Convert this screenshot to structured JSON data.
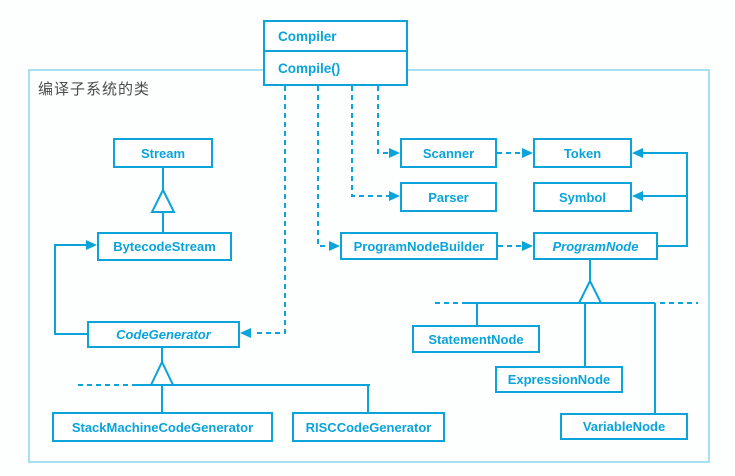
{
  "diagram": {
    "subsystem_label": "编译子系统的类",
    "colors": {
      "line": "#0aa3da",
      "frame_border": "#a6e1f3",
      "label_text": "#4d4d4d",
      "box_background": "#ffffff"
    },
    "classes": {
      "compiler": {
        "name": "Compiler",
        "operation": "Compile()"
      },
      "stream": {
        "name": "Stream"
      },
      "bytecode_stream": {
        "name": "BytecodeStream"
      },
      "scanner": {
        "name": "Scanner"
      },
      "token": {
        "name": "Token"
      },
      "parser": {
        "name": "Parser"
      },
      "symbol": {
        "name": "Symbol"
      },
      "program_node_builder": {
        "name": "ProgramNodeBuilder"
      },
      "program_node": {
        "name": "ProgramNode",
        "abstract": true
      },
      "code_generator": {
        "name": "CodeGenerator",
        "abstract": true
      },
      "stack_machine_code_generator": {
        "name": "StackMachineCodeGenerator"
      },
      "risc_code_generator": {
        "name": "RISCCodeGenerator"
      },
      "statement_node": {
        "name": "StatementNode"
      },
      "expression_node": {
        "name": "ExpressionNode"
      },
      "variable_node": {
        "name": "VariableNode"
      }
    },
    "relations": [
      {
        "from": "Compiler",
        "to": "Scanner",
        "type": "dashed-arrow"
      },
      {
        "from": "Compiler",
        "to": "Parser",
        "type": "dashed-arrow"
      },
      {
        "from": "Compiler",
        "to": "ProgramNodeBuilder",
        "type": "dashed-arrow"
      },
      {
        "from": "Compiler",
        "to": "CodeGenerator",
        "type": "dashed-arrow"
      },
      {
        "from": "Scanner",
        "to": "Token",
        "type": "dashed-arrow"
      },
      {
        "from": "ProgramNodeBuilder",
        "to": "ProgramNode",
        "type": "dashed-arrow"
      },
      {
        "from": "ProgramNode",
        "to": "Token",
        "type": "solid-arrow"
      },
      {
        "from": "ProgramNode",
        "to": "Symbol",
        "type": "solid-arrow"
      },
      {
        "from": "CodeGenerator",
        "to": "BytecodeStream",
        "type": "solid-arrow"
      },
      {
        "from": "BytecodeStream",
        "to": "Stream",
        "type": "inheritance"
      },
      {
        "from": "StackMachineCodeGenerator",
        "to": "CodeGenerator",
        "type": "inheritance"
      },
      {
        "from": "RISCCodeGenerator",
        "to": "CodeGenerator",
        "type": "inheritance"
      },
      {
        "from": "StatementNode",
        "to": "ProgramNode",
        "type": "inheritance"
      },
      {
        "from": "ExpressionNode",
        "to": "ProgramNode",
        "type": "inheritance"
      },
      {
        "from": "VariableNode",
        "to": "ProgramNode",
        "type": "inheritance"
      }
    ]
  }
}
